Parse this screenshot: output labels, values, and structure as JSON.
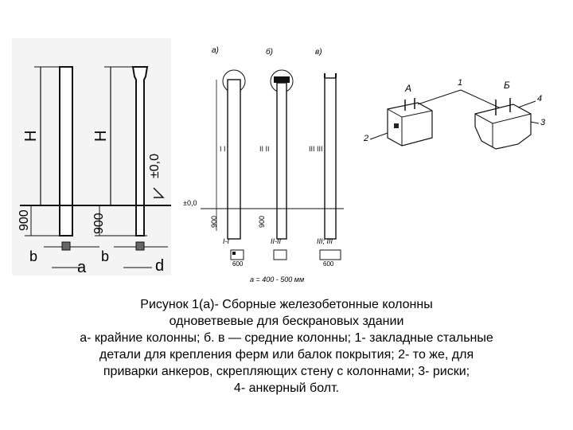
{
  "figure_left": {
    "label_H1": "H",
    "label_H2": "H",
    "label_900a": "900",
    "label_900b": "900",
    "label_zero": "±0,0",
    "label_b1a": "b",
    "label_b1b": "b",
    "label_da": "a",
    "label_db": "d"
  },
  "figure_mid": {
    "label_a": "а)",
    "label_b": "б)",
    "label_v": "в)",
    "label_zero": "±0,0",
    "label_900a": "900",
    "label_900b": "900",
    "label_sec1": "I-I",
    "label_sec2": "II-II",
    "label_sec3": "III; III",
    "label_600a": "600",
    "label_600b": "600",
    "label_formula": "a = 400 - 500 мм"
  },
  "figure_right": {
    "label_A": "А",
    "label_B": "Б",
    "label_1": "1",
    "label_2": "2",
    "label_3": "3",
    "label_4": "4"
  },
  "caption": {
    "line1": "Рисунок 1(а)- Сборные железобетонные колонны",
    "line2": "одноветвевые для бескрановых здании",
    "line3": "а- крайние колонны; б. в — средние колонны; 1- закладные стальные",
    "line4": "детали для крепления ферм или балок покрытия;  2- то же, для",
    "line5": "приварки анкеров, скрепляющих стену с колоннами; 3- риски;",
    "line6": "4- анкерный болт."
  }
}
